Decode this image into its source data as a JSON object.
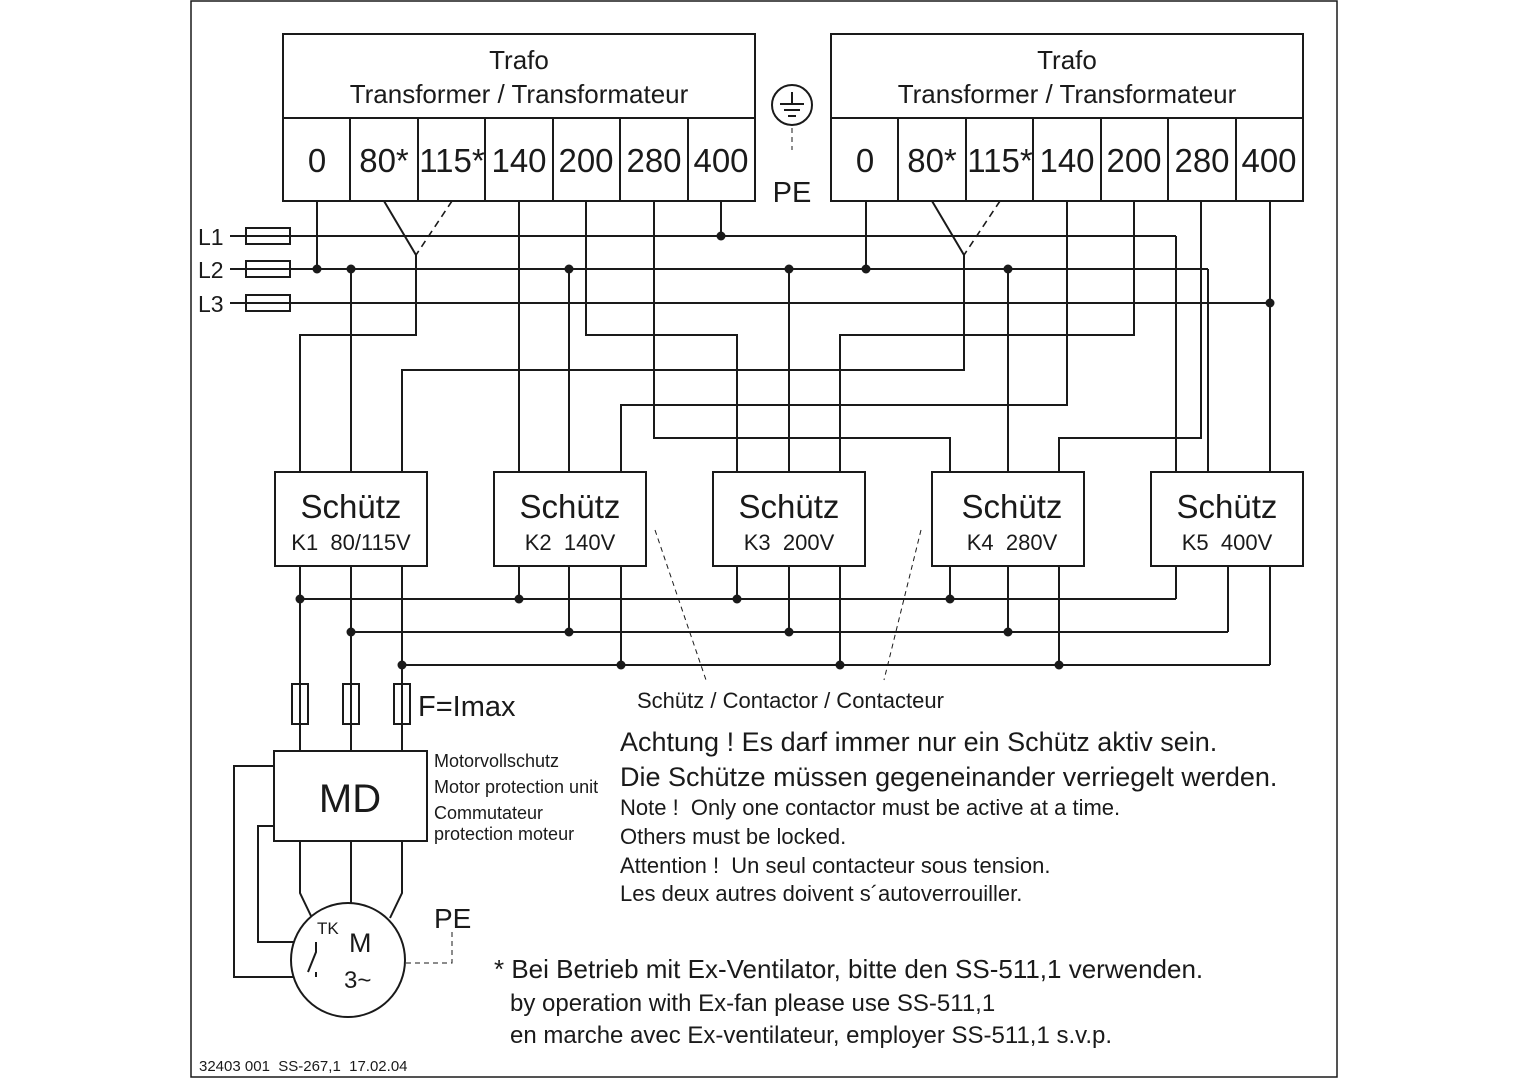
{
  "transformer_left": {
    "title": "Trafo",
    "subtitle": "Transformer / Transformateur",
    "taps": [
      "0",
      "80*",
      "115*",
      "140",
      "200",
      "280",
      "400"
    ]
  },
  "transformer_right": {
    "title": "Trafo",
    "subtitle": "Transformer / Transformateur",
    "taps": [
      "0",
      "80*",
      "115*",
      "140",
      "200",
      "280",
      "400"
    ]
  },
  "earth": {
    "label": "PE"
  },
  "lines": [
    "L1",
    "L2",
    "L3"
  ],
  "contactors": [
    {
      "title": "Schütz",
      "label": "K1  80/115V"
    },
    {
      "title": "Schütz",
      "label": "K2  140V"
    },
    {
      "title": "Schütz",
      "label": "K3  200V"
    },
    {
      "title": "Schütz",
      "label": "K4  280V"
    },
    {
      "title": "Schütz",
      "label": "K5  400V"
    }
  ],
  "contactor_caption": "Schütz / Contactor / Contacteur",
  "fuse_label": "F=Imax",
  "motor_driver": {
    "label": "MD",
    "description": [
      "Motorvollschutz",
      "Motor protection unit",
      "Commutateur",
      "protection moteur"
    ]
  },
  "motor": {
    "thermal": "TK",
    "label": "M",
    "phase": "3~",
    "pe": "PE"
  },
  "warning": {
    "german": [
      "Achtung ! Es darf immer nur ein Schütz aktiv sein.",
      "Die Schütze müssen gegeneinander verriegelt werden."
    ],
    "english": [
      "Note !  Only one contactor must be active at a time.",
      "Others must be locked."
    ],
    "french": [
      "Attention !  Un seul contacteur sous tension.",
      "Les deux autres doivent s´autoverrouiller."
    ]
  },
  "footnote": [
    "* Bei Betrieb mit Ex-Ventilator, bitte den SS-511,1 verwenden.",
    "by operation with Ex-fan please use SS-511,1",
    "en marche avec Ex-ventilateur, employer SS-511,1 s.v.p."
  ],
  "document_ref": "32403 001  SS-267,1  17.02.04"
}
